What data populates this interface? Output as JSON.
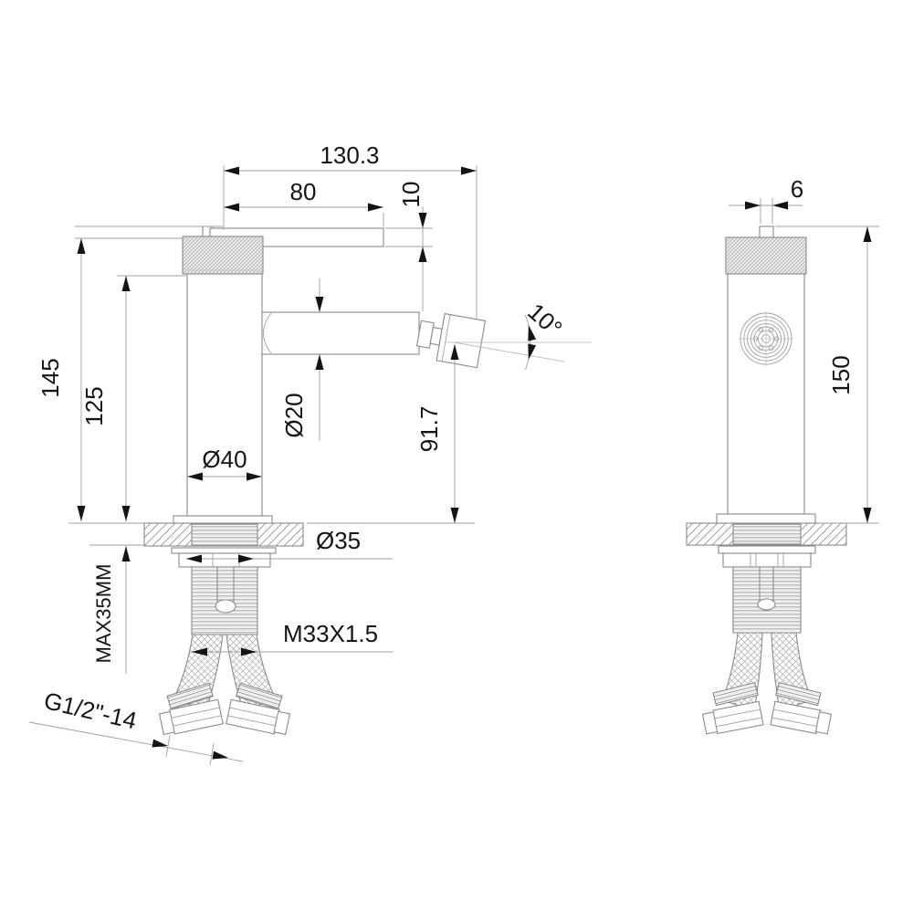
{
  "drawing": {
    "kind": "faucet installation dimension drawing",
    "views": [
      "front-left view with spout and handle",
      "side view with aerator face"
    ],
    "background": "#ffffff",
    "line_color": "#8a8a8a",
    "text_color": "#141414"
  },
  "labels": {
    "reach_total": "130.3",
    "handle_length": "80",
    "handle_thickness": "10",
    "height_total": "145",
    "height_body": "125",
    "spout_diameter": "Ø20",
    "body_diameter": "Ø40",
    "spout_height": "91.7",
    "spout_angle": "10°",
    "escutcheon_diameter": "Ø35",
    "mounting_thread": "M33X1.5",
    "max_counter_thickness": "MAX35MM",
    "hose_thread": "G1/2\"-14",
    "handle_top_width": "6",
    "height_overall_side": "150"
  }
}
